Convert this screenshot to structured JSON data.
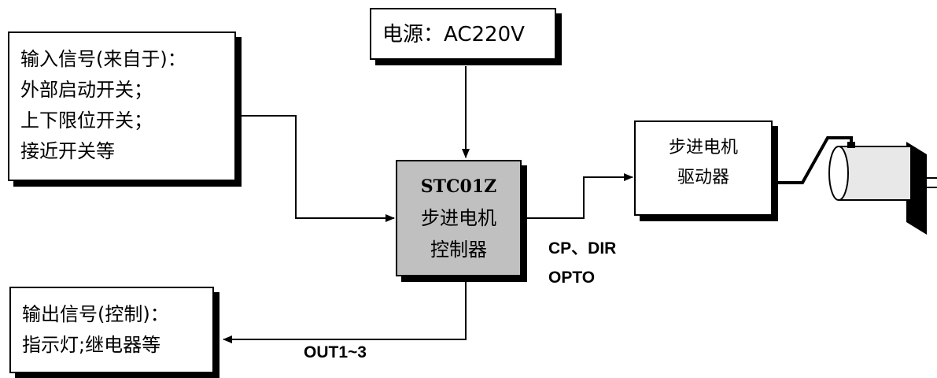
{
  "power": {
    "text": "电源：AC220V"
  },
  "input": {
    "lines": [
      "输入信号(来自于)：",
      "外部启动开关；",
      "上下限位开关；",
      "接近开关等"
    ]
  },
  "controller": {
    "model": "STC01Z",
    "line1": "步进电机",
    "line2": "控制器"
  },
  "driver": {
    "line1": "步进电机",
    "line2": "驱动器"
  },
  "output": {
    "lines": [
      "输出信号(控制)：",
      "指示灯;继电器等"
    ]
  },
  "signals": {
    "cp_dir": "CP、DIR",
    "opto": "OPTO",
    "out": "OUT1~3"
  },
  "colors": {
    "controller_fill": "#c0c0c0",
    "motor_fill": "#e8e8e8",
    "line": "#000000"
  }
}
